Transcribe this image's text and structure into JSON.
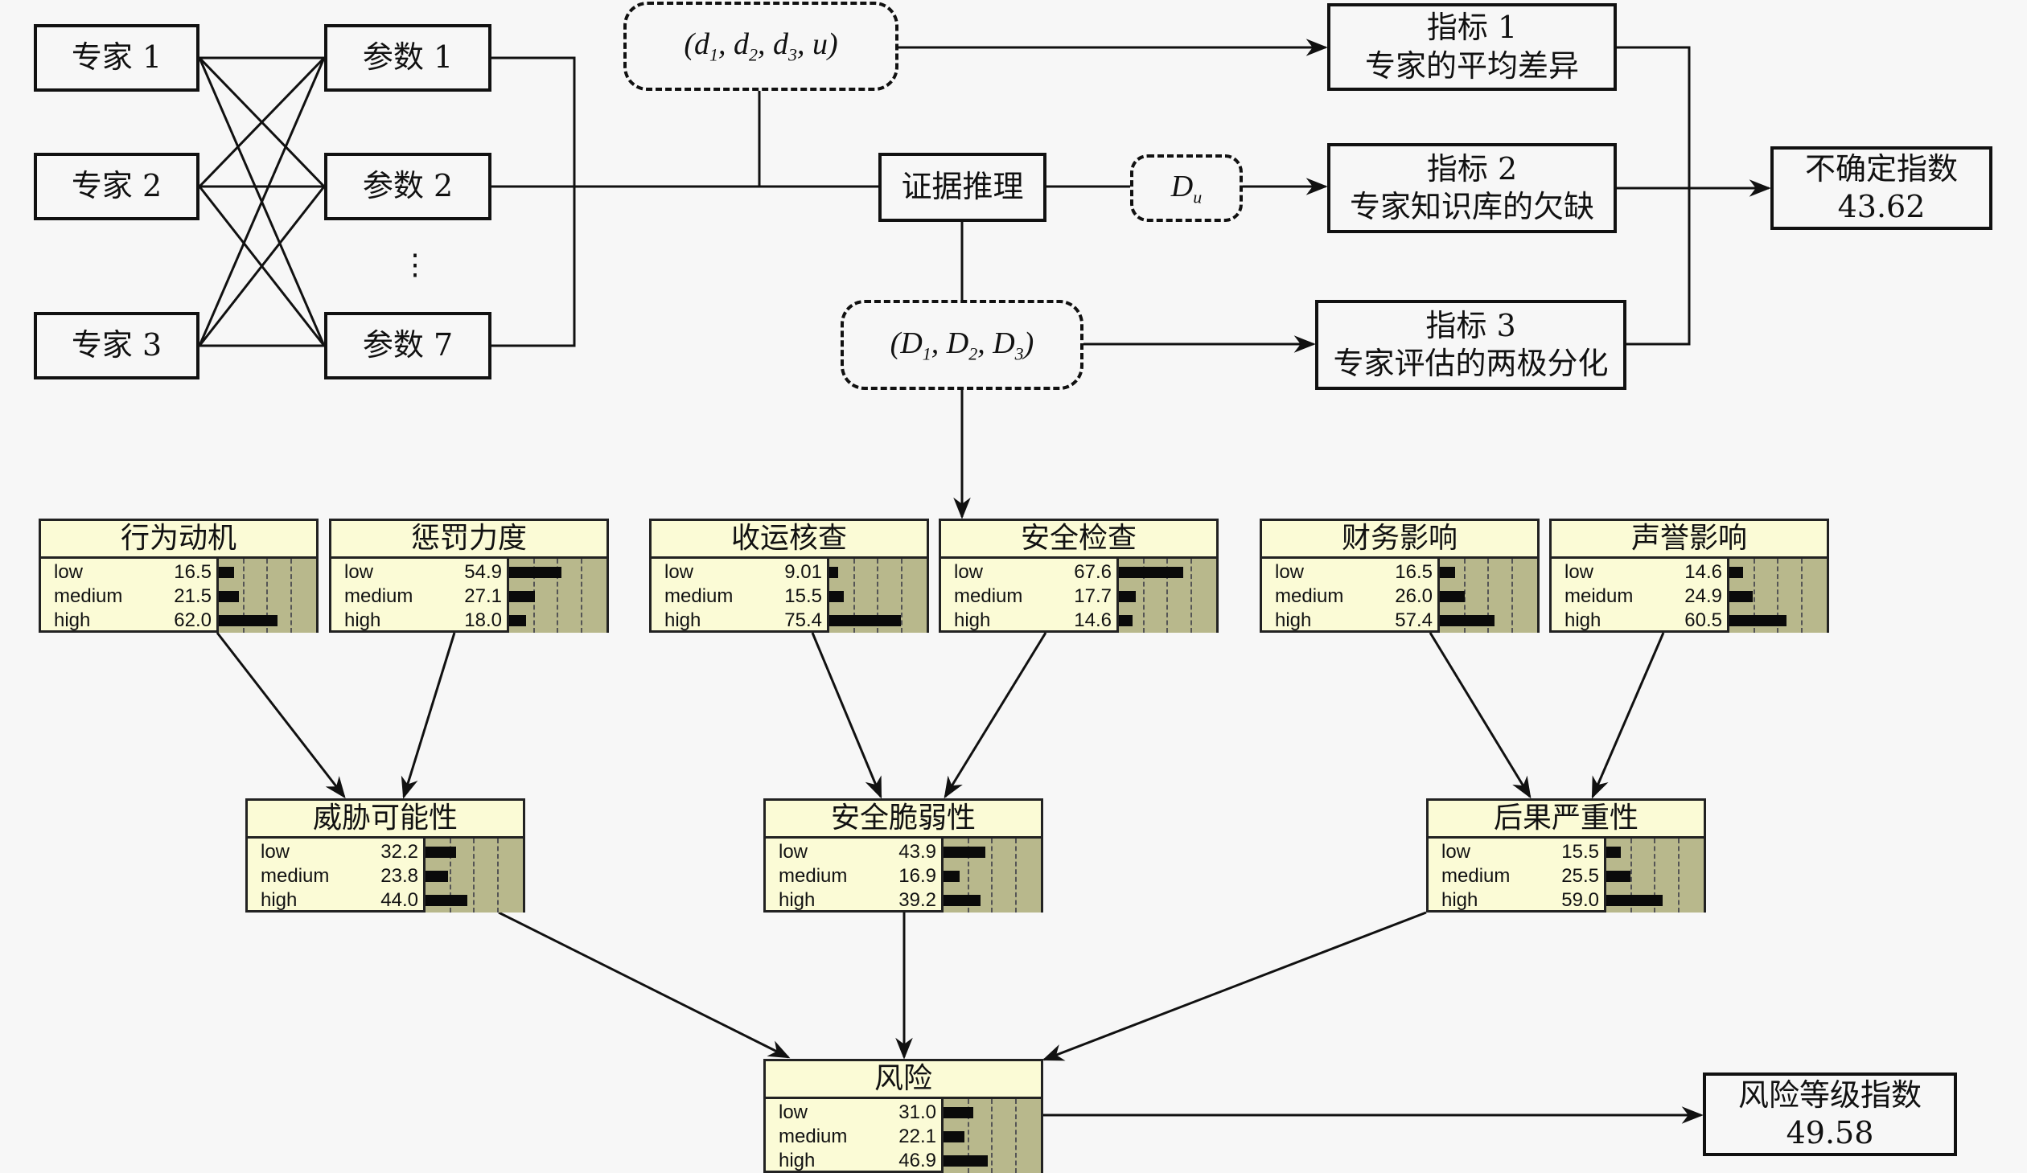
{
  "experts": [
    "专家 1",
    "专家 2",
    "专家 3"
  ],
  "params": [
    "参数 1",
    "参数 2",
    "参数 7"
  ],
  "param_ellipsis": "⋮",
  "evidence_reasoning": "证据推理",
  "dashed": {
    "d_tuple": {
      "parts": [
        "(",
        "d",
        "1",
        ", ",
        "d",
        "2",
        ", ",
        "d",
        "3",
        ", ",
        "u",
        ")"
      ]
    },
    "du": {
      "main": "D",
      "sub": "u"
    },
    "D_tuple": {
      "parts": [
        "(",
        "D",
        "1",
        ", ",
        "D",
        "2",
        ", ",
        "D",
        "3",
        ")"
      ]
    }
  },
  "indicators": [
    {
      "line1": "指标 1",
      "line2": "专家的平均差异"
    },
    {
      "line1": "指标 2",
      "line2": "专家知识库的欠缺"
    },
    {
      "line1": "指标 3",
      "line2": "专家评估的两极分化"
    }
  ],
  "uncertainty": {
    "label": "不确定指数",
    "value": "43.62"
  },
  "risk_index": {
    "label": "风险等级指数",
    "value": "49.58"
  },
  "bn_nodes": [
    {
      "id": "motive",
      "title": "行为动机",
      "states": [
        {
          "label": "low",
          "value": 16.5
        },
        {
          "label": "medium",
          "value": 21.5
        },
        {
          "label": "high",
          "value": 62.0
        }
      ]
    },
    {
      "id": "punish",
      "title": "惩罚力度",
      "states": [
        {
          "label": "low",
          "value": 54.9
        },
        {
          "label": "medium",
          "value": 27.1
        },
        {
          "label": "high",
          "value": 18.0
        }
      ]
    },
    {
      "id": "pickup",
      "title": "收运核查",
      "states": [
        {
          "label": "low",
          "value": 9.01
        },
        {
          "label": "medium",
          "value": 15.5
        },
        {
          "label": "high",
          "value": 75.4
        }
      ]
    },
    {
      "id": "secchk",
      "title": "安全检查",
      "states": [
        {
          "label": "low",
          "value": 67.6
        },
        {
          "label": "medium",
          "value": 17.7
        },
        {
          "label": "high",
          "value": 14.6
        }
      ]
    },
    {
      "id": "finance",
      "title": "财务影响",
      "states": [
        {
          "label": "low",
          "value": 16.5
        },
        {
          "label": "medium",
          "value": 26.0
        },
        {
          "label": "high",
          "value": 57.4
        }
      ]
    },
    {
      "id": "reputation",
      "title": "声誉影响",
      "states": [
        {
          "label": "low",
          "value": 14.6
        },
        {
          "label": "meidum",
          "value": 24.9
        },
        {
          "label": "high",
          "value": 60.5
        }
      ]
    },
    {
      "id": "threat",
      "title": "威胁可能性",
      "states": [
        {
          "label": "low",
          "value": 32.2
        },
        {
          "label": "medium",
          "value": 23.8
        },
        {
          "label": "high",
          "value": 44.0
        }
      ]
    },
    {
      "id": "vuln",
      "title": "安全脆弱性",
      "states": [
        {
          "label": "low",
          "value": 43.9
        },
        {
          "label": "medium",
          "value": 16.9
        },
        {
          "label": "high",
          "value": 39.2
        }
      ]
    },
    {
      "id": "conseq",
      "title": "后果严重性",
      "states": [
        {
          "label": "low",
          "value": 15.5
        },
        {
          "label": "medium",
          "value": 25.5
        },
        {
          "label": "high",
          "value": 59.0
        }
      ]
    },
    {
      "id": "risk",
      "title": "风险",
      "states": [
        {
          "label": "low",
          "value": 31.0
        },
        {
          "label": "medium",
          "value": 22.1
        },
        {
          "label": "high",
          "value": 46.9
        }
      ]
    }
  ],
  "value_display": [
    "16.5",
    "21.5",
    "62.0",
    "54.9",
    "27.1",
    "18.0",
    "9.01",
    "15.5",
    "75.4",
    "67.6",
    "17.7",
    "14.6",
    "16.5",
    "26.0",
    "57.4",
    "14.6",
    "24.9",
    "60.5",
    "32.2",
    "23.8",
    "44.0",
    "43.9",
    "16.9",
    "39.2",
    "15.5",
    "25.5",
    "59.0",
    "31.0",
    "22.1",
    "46.9"
  ]
}
